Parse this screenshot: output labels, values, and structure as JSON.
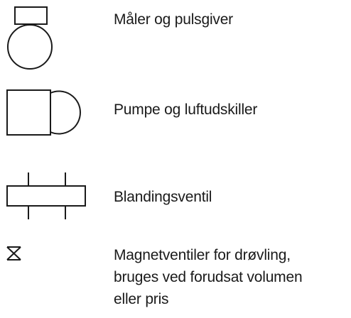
{
  "legend": {
    "items": [
      {
        "symbol_icon": "meter-pulse-transmitter-icon",
        "lines": [
          "Måler og pulsgiver"
        ]
      },
      {
        "symbol_icon": "pump-air-separator-icon",
        "lines": [
          "Pumpe og luftudskiller"
        ]
      },
      {
        "symbol_icon": "mixing-valve-icon",
        "lines": [
          "Blandingsventil"
        ]
      },
      {
        "symbol_icon": "solenoid-valve-icon",
        "lines": [
          "Magnetventiler for drøvling,",
          "bruges ved forudsat volumen",
          "eller pris"
        ]
      }
    ]
  }
}
